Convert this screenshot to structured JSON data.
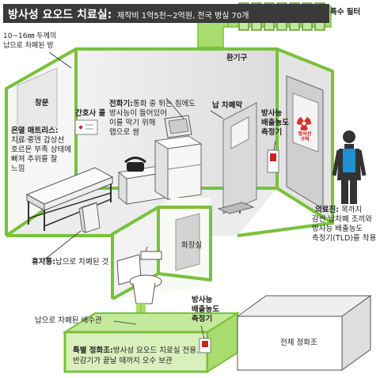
{
  "title": {
    "main": "방사성 요오드 치료실:",
    "sub": "제작비 1억5천~2억원, 전국 병실 70개"
  },
  "labels": {
    "filter": "특수 필터",
    "vent": "환기구",
    "wall_note_1": "10~16㎜ 두께의",
    "wall_note_2": "납으로 차폐된 방",
    "window": "창문",
    "nurse_call": "간호사 콜",
    "phone_title": "전화기:",
    "phone_1": "통화 중 튀는 침에도",
    "phone_2": "방사능이 들어있어",
    "phone_3": "이를 막기 위해",
    "phone_4": "랩으로 쌈",
    "lead_screen": "납 차폐막",
    "meter1_1": "방사능",
    "meter1_2": "배출농도",
    "meter1_3": "측정기",
    "door_sign": "방사선구역",
    "bed_title": "온열 매트리스:",
    "bed_1": "치료 중엔 갑상선",
    "bed_2": "호르몬 부족 상태에",
    "bed_3": "빠져 추위를 잘",
    "bed_4": "느낌",
    "staff_title": "의료진:",
    "staff_1": "목까지",
    "staff_2": "감싼 납차폐 조끼와",
    "staff_3": "방사능 배출농도",
    "staff_4": "측정기(TLD)를 착용",
    "bin_title": "휴지통:",
    "bin_text": "납으로 차폐된 것",
    "toilet": "화장실",
    "meter2_1": "방사능",
    "meter2_2": "배출농도",
    "meter2_3": "측정기",
    "pipe": "납으로 차폐된 배수관",
    "septic_title": "특별 정화조:",
    "septic_1": "방사성 요오드 치료실 전용.",
    "septic_2": "반감기가 끝날 때까지 오수 보관",
    "main_septic": "전체 정화조"
  },
  "colors": {
    "green": "#79c13a",
    "green_fill": "#a8dc6f",
    "green_light": "#d9f0bd",
    "title_bg": "#3a3a3a",
    "staff_blue": "#1f8fd0"
  }
}
